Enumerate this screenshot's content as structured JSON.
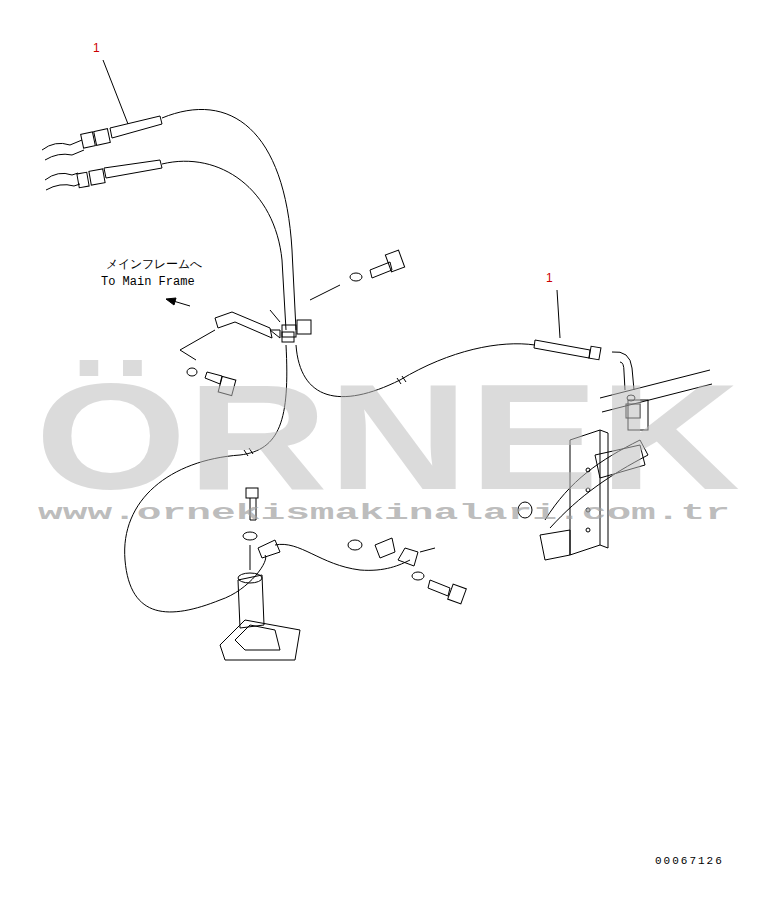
{
  "diagram": {
    "labels": [
      "1",
      "1",
      "メインフレームへ",
      "To Main Frame",
      "ÖRNEK",
      "www.ornekismakinalari.com.tr",
      "00067126"
    ]
  }
}
